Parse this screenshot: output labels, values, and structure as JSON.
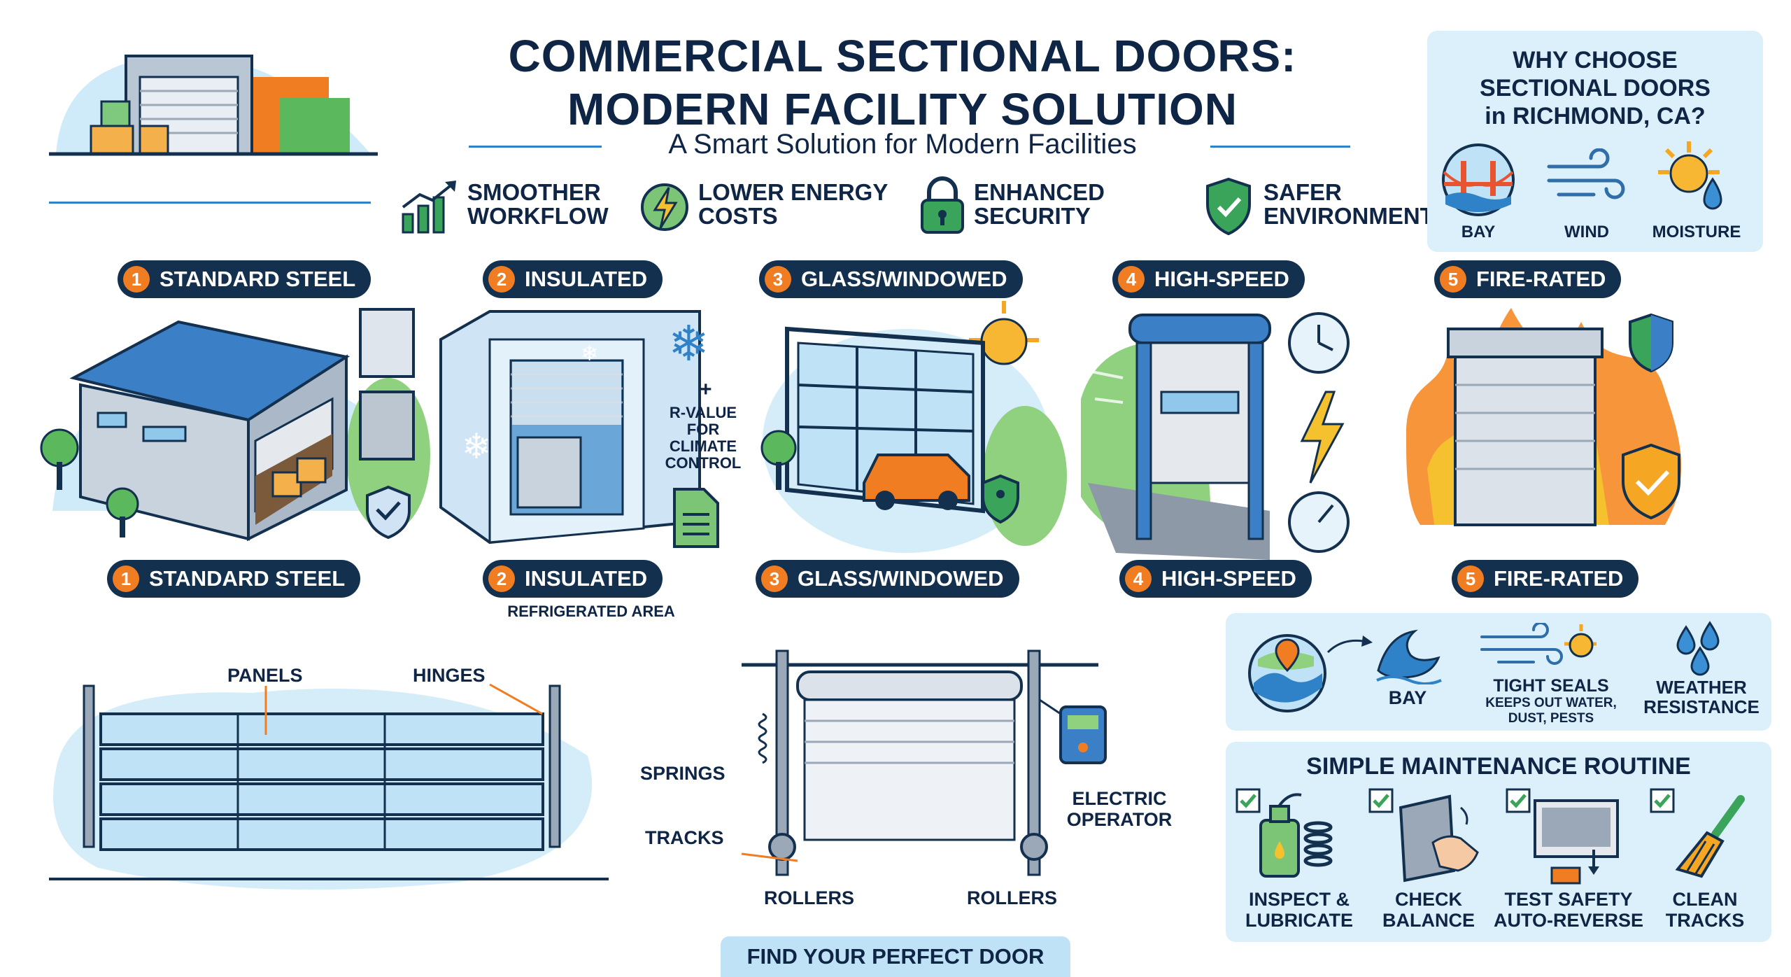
{
  "header": {
    "title_line1": "COMMERCIAL SECTIONAL DOORS:",
    "title_line2": "MODERN FACILITY SOLUTION",
    "subtitle": "A Smart Solution for Modern Facilities"
  },
  "benefits": [
    {
      "label": "SMOOTHER\nWORKFLOW",
      "icon": "growth-chart-icon"
    },
    {
      "label": "LOWER ENERGY\nCOSTS",
      "icon": "energy-bolt-icon"
    },
    {
      "label": "ENHANCED\nSECURITY",
      "icon": "padlock-icon"
    },
    {
      "label": "SAFER\nENVIRONMENT",
      "icon": "shield-check-icon"
    }
  ],
  "why_choose": {
    "title": "WHY CHOOSE\nSECTIONAL DOORS\nin RICHMOND, CA?",
    "items": [
      {
        "label": "BAY",
        "icon": "bridge-bay-icon"
      },
      {
        "label": "WIND",
        "icon": "wind-icon"
      },
      {
        "label": "MOISTURE",
        "icon": "sun-drop-icon"
      }
    ]
  },
  "door_types": [
    {
      "num": "1",
      "label": "STANDARD STEEL"
    },
    {
      "num": "2",
      "label": "INSULATED"
    },
    {
      "num": "3",
      "label": "GLASS/WINDOWED"
    },
    {
      "num": "4",
      "label": "HIGH-SPEED"
    },
    {
      "num": "5",
      "label": "FIRE-RATED"
    }
  ],
  "insulated_notes": {
    "plus": "+",
    "r_value": "R-VALUE\nFOR\nCLIMATE\nCONTROL",
    "refrigerated": "REFRIGERATED AREA"
  },
  "panel_diagram": {
    "panels": "PANELS",
    "hinges": "HINGES"
  },
  "mechanism": {
    "springs": "SPRINGS",
    "tracks": "TRACKS",
    "rollers_left": "ROLLERS",
    "rollers_right": "ROLLERS",
    "operator": "ELECTRIC\nOPERATOR"
  },
  "cta": "FIND YOUR PERFECT DOOR",
  "weather": {
    "items": [
      {
        "label": "BAY",
        "icon": "wave-icon"
      },
      {
        "label": "TIGHT SEALS",
        "sub": "KEEPS OUT WATER,\nDUST, PESTS",
        "icon": "wind-icon"
      },
      {
        "label": "WEATHER\nRESISTANCE",
        "icon": "sun-rain-icon"
      }
    ]
  },
  "maintenance": {
    "title": "SIMPLE MAINTENANCE ROUTINE",
    "items": [
      {
        "label": "INSPECT &\nLUBRICATE"
      },
      {
        "label": "CHECK\nBALANCE"
      },
      {
        "label": "TEST SAFETY\nAUTO-REVERSE"
      },
      {
        "label": "CLEAN\nTRACKS"
      }
    ]
  },
  "colors": {
    "navy": "#13304f",
    "orange": "#f07d22",
    "light_blue": "#dcf0fb",
    "accent_blue": "#2f82c8",
    "green": "#3aa55a"
  }
}
